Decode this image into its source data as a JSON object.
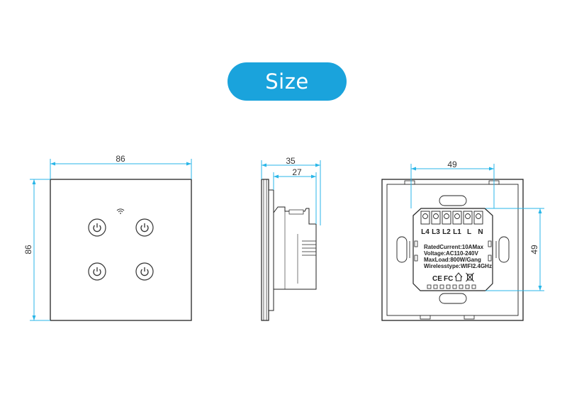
{
  "title": "Size",
  "front_view": {
    "width_label": "86",
    "height_label": "86",
    "buttons": [
      "power-button",
      "power-button",
      "power-button",
      "power-button"
    ],
    "wifi_icon": "wifi-icon"
  },
  "side_view": {
    "depth_total_label": "35",
    "depth_box_label": "27"
  },
  "back_view": {
    "box_width_label": "49",
    "box_height_label": "49",
    "terminals": [
      "L4",
      "L3",
      "L2",
      "L1",
      "L",
      "N"
    ],
    "spec_lines": [
      "RatedCurrent:10AMax",
      "Voltage:AC110-240V",
      "MaxLoad:800W/Gang",
      "Wirelesstype:WIFI2.4GHz"
    ],
    "cert_marks": [
      "CE",
      "FC"
    ]
  },
  "colors": {
    "pill": "#1aa3dc",
    "dimension_line": "#29b6e8",
    "outline": "#222222"
  }
}
